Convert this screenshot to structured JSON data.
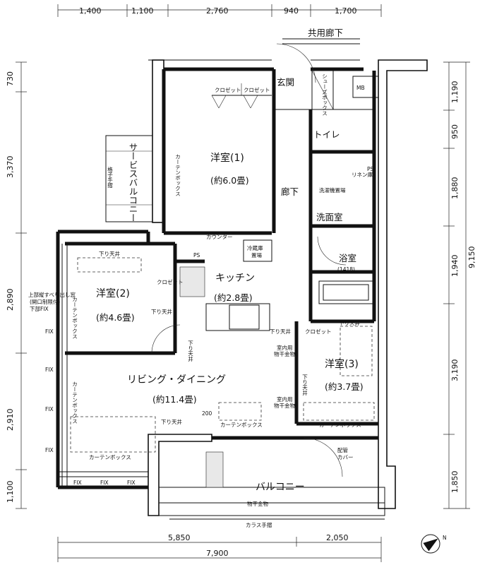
{
  "dimensions": {
    "top": [
      "1,400",
      "1,100",
      "2,760",
      "940",
      "1,700"
    ],
    "bottom_parts": [
      "5,850",
      "2,050"
    ],
    "bottom_total": "7,900",
    "left": [
      "730",
      "3,370",
      "2,890",
      "2,910",
      "1,100"
    ],
    "right": [
      "1,190",
      "950",
      "1,880",
      "1,940",
      "3,190",
      "1,850"
    ],
    "right_total": "9,150"
  },
  "rooms": {
    "western1_name": "洋室(1)",
    "western1_size": "(約6.0畳)",
    "western2_name": "洋室(2)",
    "western2_size": "(約4.6畳)",
    "western3_name": "洋室(3)",
    "western3_size": "(約3.7畳)",
    "kitchen_name": "キッチン",
    "kitchen_size": "(約2.8畳)",
    "living_name": "リビング・ダイニング",
    "living_size": "(約11.4畳)",
    "entrance": "玄関",
    "hallway": "廊下",
    "toilet": "トイレ",
    "washroom": "洗面室",
    "bathroom": "浴室",
    "bath_size": "(1418)",
    "balcony": "バルコニー",
    "service_balcony": "サービスバルコニー",
    "common_corridor": "共用廊下"
  },
  "labels": {
    "closet": "クロゼット",
    "shoe_box": "シューズボックス",
    "mb": "MB",
    "ps": "PS",
    "counter": "カウンター",
    "fridge": "冷蔵庫\n置場",
    "lowered_ceiling": "下り天井",
    "curtain_box": "カーテンボックス",
    "curtain_box_v": "カーテンボックス",
    "dryer_hardware": "室内用\n物干金物",
    "laundry_place": "洗濯機置場",
    "linen": "リネン庫",
    "pipe_cover": "配管\nカバー",
    "balcony_rail": "物干金物",
    "glass_rail": "カラス手摺",
    "lattice_rail": "格子手摺",
    "window_note": "上部縦すべり出し窓\n(開口制限付)\n下部FIX",
    "fix": "FIX",
    "size_200": "200",
    "compass_n": "N"
  }
}
